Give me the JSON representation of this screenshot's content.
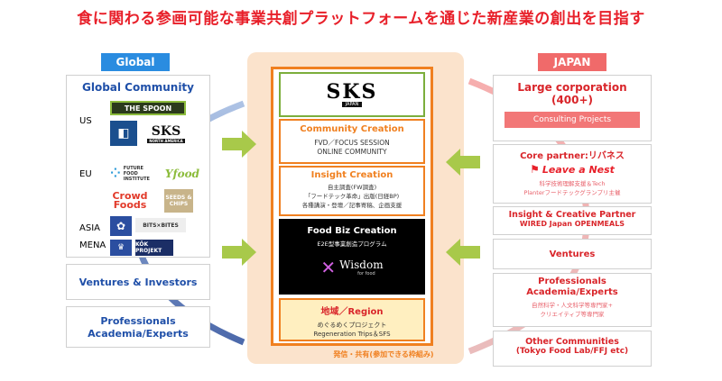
{
  "title": "食に関わる参画可能な事業共創プラットフォームを通じた新産業の創出を目指す",
  "left": {
    "header": "Global",
    "community_title": "Global Community",
    "regions": [
      "US",
      "EU",
      "ASIA",
      "MENA"
    ],
    "logos": {
      "spoon": "THE SPOON",
      "sks_na": "SKS",
      "sks_na_sub": "NORTH AMERICA",
      "ffi": "FUTURE FOOD INSTITUTE",
      "yfood": "Yfood",
      "crowd": "Crowd Foods",
      "seeds": "SEEDS & CHIPS",
      "bits": "BITS×BITES",
      "kok": "KÖK PROJEKT"
    },
    "ventures": "Ventures & Investors",
    "professionals": "Professionals Academia/Experts"
  },
  "center": {
    "sks": "SKS",
    "sks_sub": "JAPAN",
    "community_creation": "Community Creation",
    "community_lines": [
      "FVD／FOCUS SESSION",
      "ONLINE COMMUNITY"
    ],
    "insight_creation": "Insight Creation",
    "insight_lines": [
      "自主調査(FW調査)",
      "「フードテック革命」出版(日経BP)",
      "各種講演・登壇／記事寄稿、企画支援"
    ],
    "foodbiz": "Food Biz Creation",
    "foodbiz_sub": "E2E型事業創造プログラム",
    "wisdom": "Wisdom",
    "wisdom_sub": "for food",
    "region": "地域／Region",
    "region_lines": [
      "めぐるめくプロジェクト",
      "Regeneration Trips＆SFS"
    ],
    "footer": "発信・共有(参加できる枠組み)"
  },
  "right": {
    "header": "JAPAN",
    "large_corp": "Large corporation",
    "large_corp_count": "(400+)",
    "consulting": "Consulting Projects",
    "core_partner": "Core partner:リバネス",
    "leave_a_nest": "Leave a Nest",
    "core_lines": [
      "科学技術理解支援＆Tech",
      "Planterフードテックグランプリ主催"
    ],
    "insight_partner": "Insight & Creative Partner",
    "insight_partner_sub": "WIRED Japan OPENMEALS",
    "ventures": "Ventures",
    "professionals": "Professionals Academia/Experts",
    "prof_lines": [
      "自然科学・人文科学等専門家+",
      "クリエイティブ等専門家"
    ],
    "other": "Other Communities",
    "other_sub": "(Tokyo Food Lab/FFJ etc)"
  },
  "colors": {
    "red": "#e8202a",
    "blue": "#1f4fa8",
    "green": "#a8c94a",
    "orange": "#f08020",
    "peach": "#fbe3cc"
  }
}
